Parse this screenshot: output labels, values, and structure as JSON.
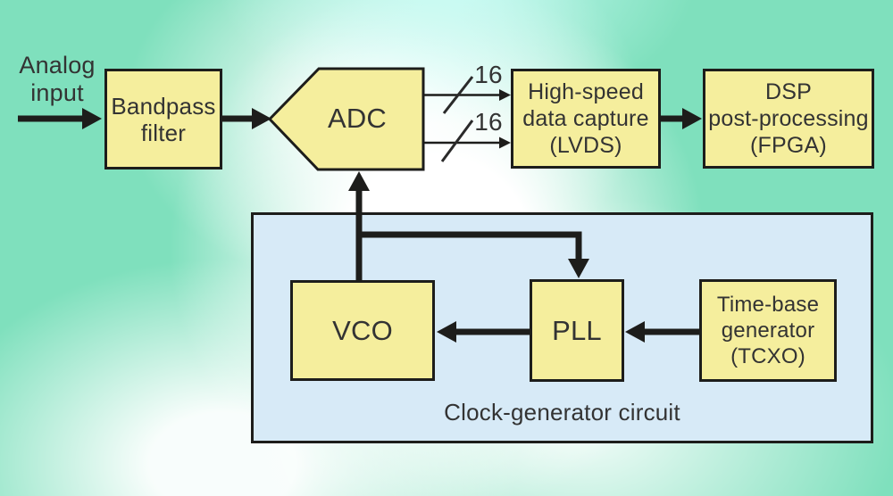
{
  "diagram": {
    "input_label": {
      "line1": "Analog",
      "line2": "input"
    },
    "blocks": {
      "bandpass": {
        "line1": "Bandpass",
        "line2": "filter"
      },
      "adc": {
        "label": "ADC"
      },
      "capture": {
        "line1": "High-speed",
        "line2": "data capture",
        "line3": "(LVDS)"
      },
      "dsp": {
        "line1": "DSP",
        "line2": "post-processing",
        "line3": "(FPGA)"
      },
      "vco": {
        "label": "VCO"
      },
      "pll": {
        "label": "PLL"
      },
      "timebase": {
        "line1": "Time-base",
        "line2": "generator",
        "line3": "(TCXO)"
      }
    },
    "bus": {
      "top_width": "16",
      "bottom_width": "16"
    },
    "panel": {
      "label": "Clock-generator circuit"
    },
    "colors": {
      "background_green": "#7fe0bd",
      "highlight_white": "#ffffff",
      "highlight_cyan": "#ccfdf8",
      "block_fill_yellow": "#f5ee9d",
      "panel_fill_blue": "#d7eaf7",
      "line_black": "#1d1d1b",
      "text_dark": "#333333"
    }
  }
}
